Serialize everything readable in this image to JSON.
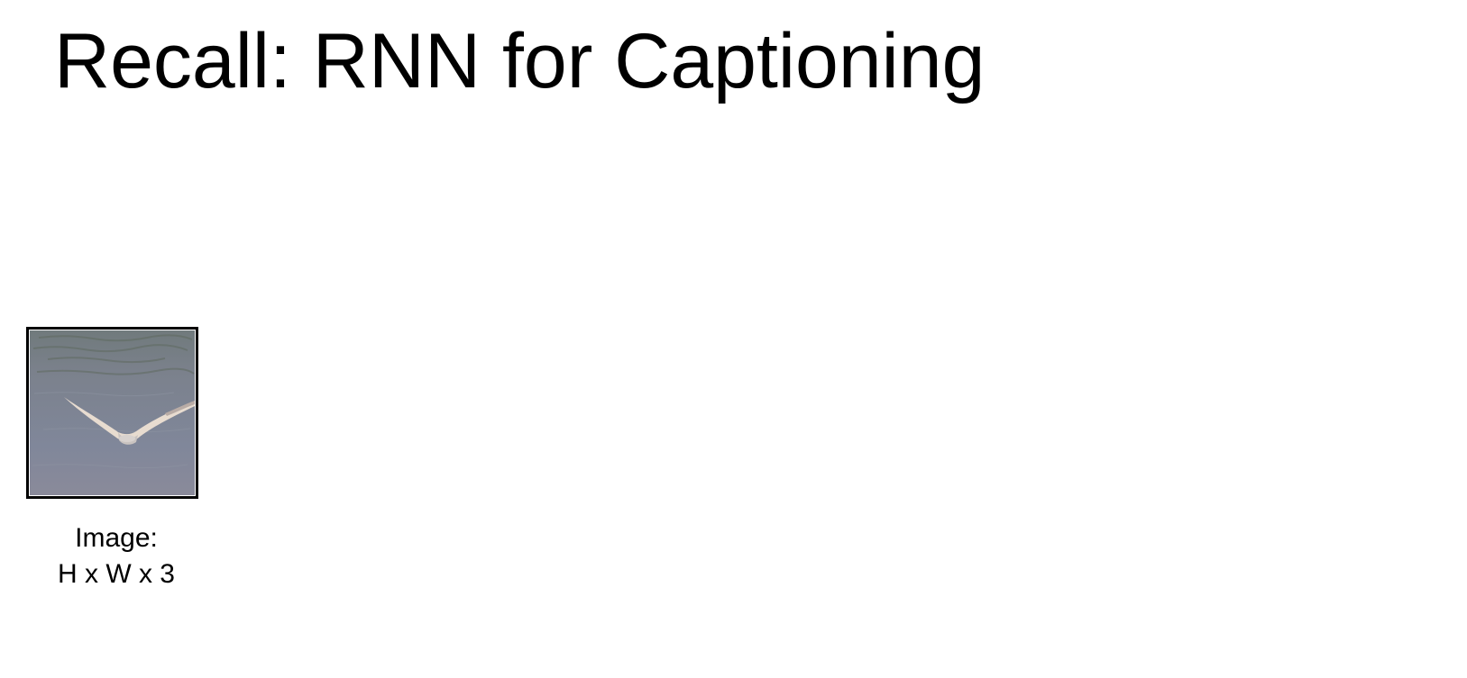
{
  "slide": {
    "title": "Recall: RNN for Captioning"
  },
  "figure": {
    "image_subject": "seagull-flying-over-water",
    "caption_line1": "Image:",
    "caption_line2": "H x W x 3"
  },
  "colors": {
    "water": "#7c8391",
    "frame": "#000000",
    "text": "#000000"
  }
}
